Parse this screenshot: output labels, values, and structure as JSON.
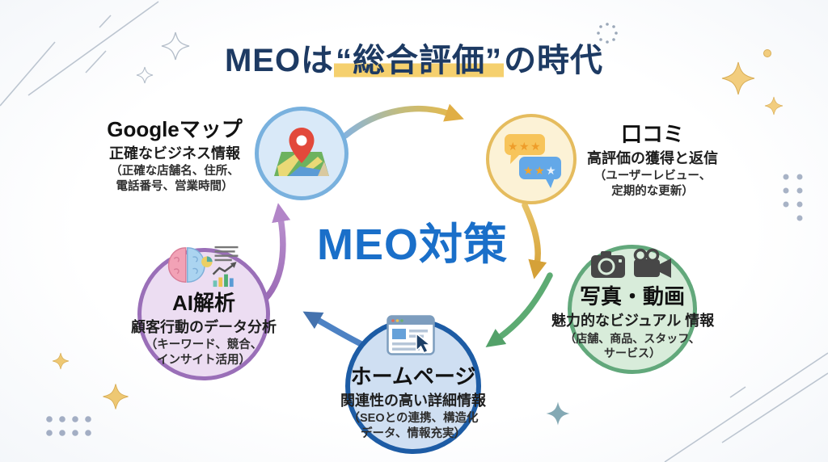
{
  "title": {
    "pre": "MEOは",
    "highlight": "“総合評価”",
    "post": "の時代"
  },
  "center": {
    "label": "MEO対策"
  },
  "nodes": {
    "google_map": {
      "icon": "map-pin-icon",
      "title": "Googleマップ",
      "subtitle": "正確なビジネス情報",
      "detail": "（正確な店舗名、住所、\n電話番号、営業時間）"
    },
    "review": {
      "icon": "review-stars-icon",
      "title": "口コミ",
      "subtitle": "高評価の獲得と返信",
      "detail": "（ユーザーレビュー、\n定期的な更新）"
    },
    "photo_video": {
      "icon": "camera-video-icon",
      "title": "写真・動画",
      "subtitle": "魅力的なビジュアル 情報",
      "detail": "（店舗、商品、スタッフ、\nサービス）"
    },
    "homepage": {
      "icon": "browser-cursor-icon",
      "title": "ホームページ",
      "subtitle": "関連性の高い詳細情報",
      "detail": "（SEOとの連携、構造化\nデータ、情報充実）"
    },
    "ai_analysis": {
      "icon": "ai-brain-icon",
      "title": "AI解析",
      "subtitle": "顧客行動のデータ分析",
      "detail": "（キーワード、競合、\nインサイト活用）"
    }
  },
  "colors": {
    "title_text": "#1d3a63",
    "title_highlight": "#f5d06e",
    "center_text": "#1a6fc9",
    "google_fill": "#d9e9f8",
    "google_border": "#79b1de",
    "review_fill": "#fcf2d6",
    "review_border": "#e5bc5e",
    "photo_fill": "#d8ecda",
    "photo_border": "#62a87b",
    "homepage_fill": "#cfdff2",
    "homepage_border": "#1d5ca5",
    "ai_fill": "#ecddf2",
    "ai_border": "#9a6fb8",
    "arrow_gold": "#e0b14d",
    "arrow_green": "#5dab73",
    "arrow_blue": "#4d82c4",
    "arrow_purple": "#a478bd"
  }
}
